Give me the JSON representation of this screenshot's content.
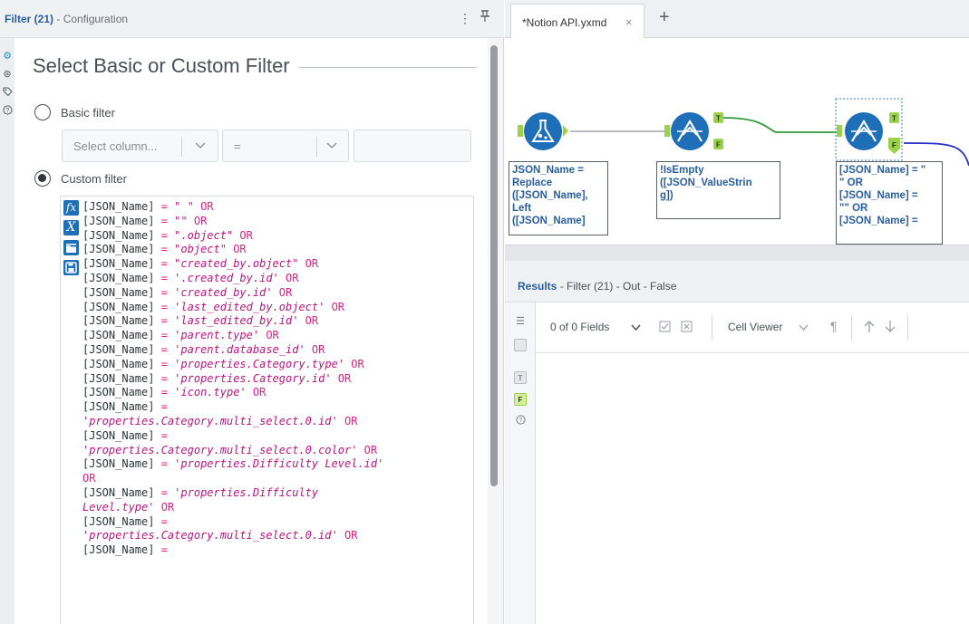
{
  "config": {
    "title_tool": "Filter (21)",
    "title_sep": "- Configuration",
    "menu_glyph": "⋮",
    "pin_glyph": "⊥",
    "heading": "Select Basic or Custom Filter",
    "basic_label": "Basic filter",
    "custom_label": "Custom filter",
    "column_placeholder": "Select column...",
    "operator": "=",
    "selected_mode": "custom",
    "rail_icons": [
      "gear-icon",
      "annotation-icon",
      "tag-icon",
      "help-icon"
    ]
  },
  "editor": {
    "tools": [
      "fx",
      "X",
      "folder",
      "save"
    ],
    "lines": [
      [
        [
          "fld",
          "[JSON_Name]"
        ],
        [
          "eq",
          " = "
        ],
        [
          "q",
          "\" \""
        ],
        [
          "kw",
          " OR"
        ]
      ],
      [
        [
          "fld",
          "[JSON_Name]"
        ],
        [
          "eq",
          " = "
        ],
        [
          "q",
          "\"\""
        ],
        [
          "kw",
          " OR"
        ]
      ],
      [
        [
          "fld",
          "[JSON_Name]"
        ],
        [
          "eq",
          " = "
        ],
        [
          "str",
          "\".object\""
        ],
        [
          "kw",
          " OR"
        ]
      ],
      [
        [
          "fld",
          "[JSON_Name]"
        ],
        [
          "eq",
          " = "
        ],
        [
          "str",
          "\"object\""
        ],
        [
          "kw",
          " OR"
        ]
      ],
      [
        [
          "fld",
          "[JSON_Name]"
        ],
        [
          "eq",
          " = "
        ],
        [
          "str",
          "\"created_by.object\""
        ],
        [
          "kw",
          " OR"
        ]
      ],
      [
        [
          "fld",
          "[JSON_Name]"
        ],
        [
          "eq",
          " = "
        ],
        [
          "str",
          "'.created_by.id'"
        ],
        [
          "kw",
          " OR"
        ]
      ],
      [
        [
          "fld",
          "[JSON_Name]"
        ],
        [
          "eq",
          " = "
        ],
        [
          "str",
          "'created_by.id'"
        ],
        [
          "kw",
          " OR"
        ]
      ],
      [
        [
          "fld",
          "[JSON_Name]"
        ],
        [
          "eq",
          " = "
        ],
        [
          "str",
          "'last_edited_by.object'"
        ],
        [
          "kw",
          " OR"
        ]
      ],
      [
        [
          "fld",
          "[JSON_Name]"
        ],
        [
          "eq",
          " = "
        ],
        [
          "str",
          "'last_edited_by.id'"
        ],
        [
          "kw",
          " OR"
        ]
      ],
      [
        [
          "fld",
          "[JSON_Name]"
        ],
        [
          "eq",
          " = "
        ],
        [
          "str",
          "'parent.type'"
        ],
        [
          "kw",
          " OR"
        ]
      ],
      [
        [
          "fld",
          "[JSON_Name]"
        ],
        [
          "eq",
          " = "
        ],
        [
          "str",
          "'parent.database_id'"
        ],
        [
          "kw",
          " OR"
        ]
      ],
      [
        [
          "fld",
          "[JSON_Name]"
        ],
        [
          "eq",
          " = "
        ],
        [
          "str",
          "'properties.Category.type'"
        ],
        [
          "kw",
          " OR"
        ]
      ],
      [
        [
          "fld",
          "[JSON_Name]"
        ],
        [
          "eq",
          " = "
        ],
        [
          "str",
          "'properties.Category.id'"
        ],
        [
          "kw",
          " OR"
        ]
      ],
      [
        [
          "fld",
          "[JSON_Name]"
        ],
        [
          "eq",
          " = "
        ],
        [
          "str",
          "'icon.type'"
        ],
        [
          "kw",
          " OR"
        ]
      ],
      [
        [
          "fld",
          "[JSON_Name]"
        ],
        [
          "eq",
          " ="
        ]
      ],
      [
        [
          "str",
          "'properties.Category.multi_select.0.id'"
        ],
        [
          "kw",
          " OR"
        ]
      ],
      [
        [
          "fld",
          "[JSON_Name]"
        ],
        [
          "eq",
          " ="
        ]
      ],
      [
        [
          "str",
          "'properties.Category.multi_select.0.color'"
        ],
        [
          "kw",
          " OR"
        ]
      ],
      [
        [
          "fld",
          "[JSON_Name]"
        ],
        [
          "eq",
          " = "
        ],
        [
          "str",
          "'properties.Difficulty Level.id'"
        ]
      ],
      [
        [
          "kw",
          "OR"
        ]
      ],
      [
        [
          "fld",
          "[JSON_Name]"
        ],
        [
          "eq",
          " = "
        ],
        [
          "str",
          "'properties.Difficulty"
        ]
      ],
      [
        [
          "str",
          "Level.type'"
        ],
        [
          "kw",
          " OR"
        ]
      ],
      [
        [
          "fld",
          "[JSON_Name]"
        ],
        [
          "eq",
          " ="
        ]
      ],
      [
        [
          "str",
          "'properties.Category.multi_select.0.id'"
        ],
        [
          "kw",
          " OR"
        ]
      ],
      [
        [
          "fld",
          "[JSON_Name]"
        ],
        [
          "eq",
          " ="
        ]
      ]
    ]
  },
  "tabs": {
    "active_tab": "*Notion API.yxmd",
    "close_glyph": "×",
    "add_glyph": "+"
  },
  "workflow": {
    "node1_text": "JSON_Name =\nReplace\n([JSON_Name],\nLeft\n([JSON_Name]",
    "node2_text": "!IsEmpty\n([JSON_ValueStrin\ng])",
    "node3_text": "[JSON_Name] = \"\n\" OR\n[JSON_Name] =\n\"\" OR\n[JSON_Name] =",
    "true_label": "T",
    "false_label": "F",
    "colors": {
      "tool_blue": "#1e6fb7",
      "anchor_green": "#9bd24a",
      "connection_green": "#2f9a3a",
      "connection_blue": "#2430c8",
      "selection": "#3a7bd5"
    }
  },
  "results": {
    "title_main": "Results",
    "title_sub": "- Filter (21) - Out - False",
    "fields_label": "0 of 0 Fields",
    "cell_viewer_label": "Cell Viewer",
    "rail_icons": [
      "list-icon",
      "grid-icon",
      "true-anchor-icon",
      "false-anchor-icon",
      "help-icon"
    ]
  }
}
